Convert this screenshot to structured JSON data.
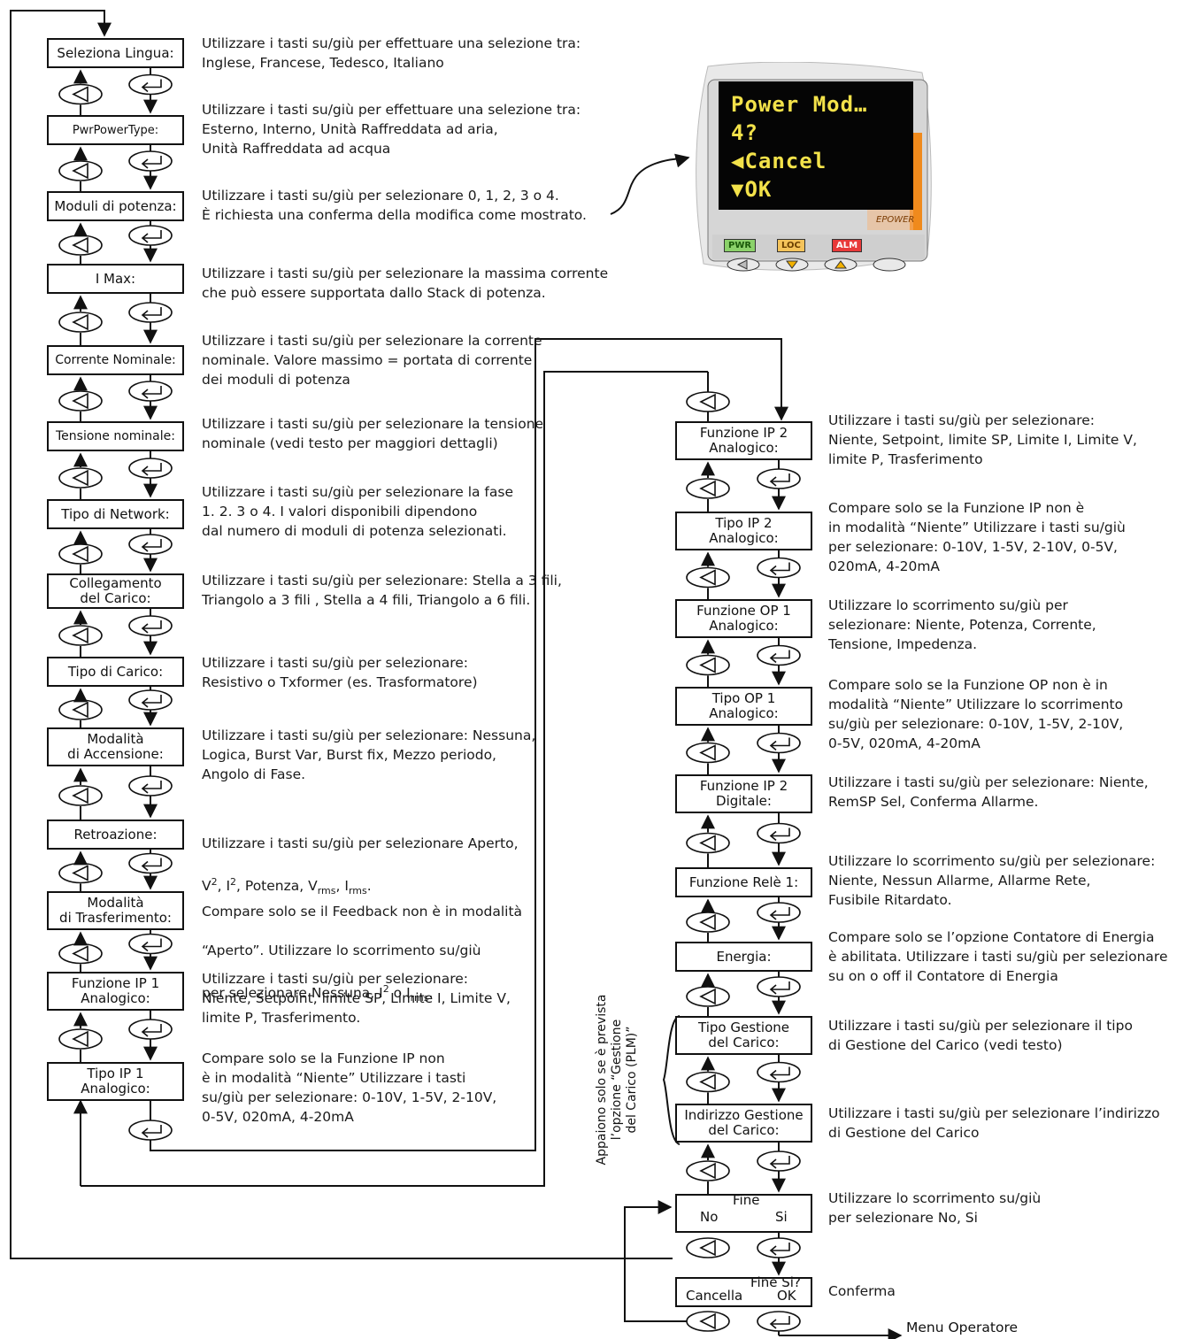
{
  "left_column": {
    "boxes": [
      {
        "label": "Seleziona Lingua:",
        "desc": "Utilizzare i tasti su/giù per effettuare una selezione tra:\nInglese, Francese, Tedesco, Italiano"
      },
      {
        "label": "PwrPowerType:",
        "desc": "Utilizzare i tasti su/giù per effettuare una selezione tra:\nEsterno, Interno, Unità Raffreddata ad aria,\nUnità Raffreddata ad acqua"
      },
      {
        "label": "Moduli di potenza:",
        "desc": "Utilizzare i tasti su/giù per selezionare 0, 1, 2, 3 o 4.\nÈ richiesta una conferma della modifica come mostrato."
      },
      {
        "label": "I Max:",
        "desc": "Utilizzare i tasti su/giù per selezionare la massima corrente\nche può essere supportata dallo Stack di potenza."
      },
      {
        "label": "Corrente Nominale:",
        "desc": "Utilizzare i tasti su/giù per selezionare la corrente\nnominale. Valore massimo = portata di corrente\ndei moduli di potenza"
      },
      {
        "label": "Tensione nominale:",
        "desc": "Utilizzare i tasti su/giù per selezionare la tensione\nnominale (vedi testo per maggiori dettagli)"
      },
      {
        "label": "Tipo di Network:",
        "desc": "Utilizzare i tasti su/giù per selezionare la fase\n1. 2. 3 o 4. I valori disponibili dipendono\ndal numero di moduli di potenza selezionati."
      },
      {
        "label": "Collegamento\ndel Carico:",
        "desc": "Utilizzare i tasti su/giù per selezionare: Stella a 3 fili,\nTriangolo a 3 fili , Stella a 4 fili, Triangolo a 6 fili."
      },
      {
        "label": "Tipo di Carico:",
        "desc": "Utilizzare i tasti su/giù per selezionare:\nResistivo o Txformer (es. Trasformatore)"
      },
      {
        "label": "Modalità\ndi Accensione:",
        "desc": "Utilizzare i tasti su/giù per selezionare: Nessuna,\nLogica, Burst Var, Burst fix, Mezzo periodo,\nAngolo di Fase."
      },
      {
        "label": "Retroazione:",
        "desc": ""
      },
      {
        "label": "Modalità\ndi Trasferimento:",
        "desc": ""
      },
      {
        "label": "Funzione IP 1\nAnalogico:",
        "desc": "Utilizzare i tasti su/giù per selezionare:\nNiente, Setpoint, limite SP, Limite I, Limite V,\nlimite P, Trasferimento."
      },
      {
        "label": "Tipo IP 1\nAnalogico:",
        "desc": "Compare solo se la Funzione IP non\nè in modalità “Niente” Utilizzare i tasti\nsu/giù per selezionare: 0-10V, 1-5V, 2-10V,\n0-5V, 020mA, 4-20mA"
      }
    ],
    "retro_desc": {
      "line1": "Utilizzare i tasti su/giù per selezionare Aperto,",
      "v": "V",
      "i": "I",
      "two": "2",
      "potenza": ", Potenza, V",
      "rms": "rms",
      "comma": ", I",
      "dot": "."
    },
    "trasf_desc": {
      "line1": "Compare solo se il Feedback non è in modalità",
      "line2": "“Aperto”. Utilizzare lo scorrimento su/giù",
      "line3a": "per selezionare Nessuna, I",
      "two": "2",
      "line3b": " o I",
      "rms": "rms",
      "dot": "."
    }
  },
  "right_column": {
    "boxes": [
      {
        "label": "Funzione IP 2\nAnalogico:",
        "desc": "Utilizzare i tasti su/giù per selezionare:\nNiente, Setpoint, limite SP, Limite I, Limite V,\nlimite P, Trasferimento"
      },
      {
        "label": "Tipo IP 2\nAnalogico:",
        "desc": "Compare solo se la Funzione IP non è\nin modalità “Niente” Utilizzare i tasti su/giù\nper selezionare: 0-10V, 1-5V, 2-10V, 0-5V,\n020mA, 4-20mA"
      },
      {
        "label": "Funzione OP 1\nAnalogico:",
        "desc": "Utilizzare lo scorrimento su/giù per\nselezionare: Niente, Potenza, Corrente,\nTensione, Impedenza."
      },
      {
        "label": "Tipo OP 1\nAnalogico:",
        "desc": "Compare solo se la Funzione OP non è in\nmodalità “Niente” Utilizzare lo scorrimento\nsu/giù per selezionare: 0-10V, 1-5V, 2-10V,\n0-5V, 020mA, 4-20mA"
      },
      {
        "label": "Funzione IP 2\nDigitale:",
        "desc": "Utilizzare i tasti su/giù per selezionare: Niente,\nRemSP Sel, Conferma Allarme."
      },
      {
        "label": "Funzione Relè 1:",
        "desc": "Utilizzare lo scorrimento su/giù per selezionare:\nNiente, Nessun Allarme, Allarme Rete,\nFusibile Ritardato."
      },
      {
        "label": "Energia:",
        "desc": "Compare solo se l’opzione Contatore di Energia\nè abilitata. Utilizzare i tasti su/giù per selezionare\nsu on o off il Contatore di Energia"
      },
      {
        "label": "Tipo Gestione\ndel Carico:",
        "desc": "Utilizzare i tasti su/giù per selezionare il tipo\ndi Gestione del Carico (vedi testo)"
      },
      {
        "label": "Indirizzo Gestione\ndel Carico:",
        "desc": "Utilizzare i tasti su/giù per selezionare l’indirizzo\ndi Gestione del Carico"
      }
    ],
    "fine": {
      "title": "Fine",
      "no": "No",
      "si": "Si",
      "desc": "Utilizzare lo scorrimento su/giù\nper selezionare No, Si"
    },
    "confirm": {
      "title": "Fine Si?",
      "cancel": "Cancella",
      "ok": "OK",
      "desc": "Conferma"
    },
    "plm_note": "Appaiono solo se è prevista\nl’opzione “Gestione\ndel Carico (PLM)”",
    "menu_operatore": "Menu Operatore"
  },
  "device": {
    "lcd_lines": [
      "Power Mod…",
      "4?",
      "◀Cancel",
      "▼OK"
    ],
    "leds": [
      "PWR",
      "LOC",
      "ALM"
    ],
    "brand": "EPOWER"
  }
}
